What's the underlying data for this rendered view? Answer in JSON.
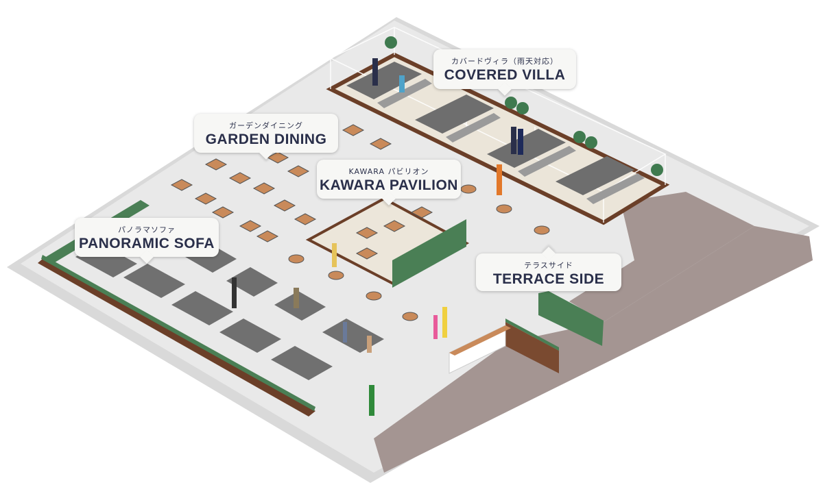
{
  "areas": {
    "covered_villa": {
      "jp": "カバードヴィラ（雨天対応）",
      "en": "COVERED VILLA"
    },
    "garden_dining": {
      "jp": "ガーデンダイニング",
      "en": "GARDEN DINING"
    },
    "kawara_pavilion": {
      "jp": "KAWARA パビリオン",
      "en": "KAWARA PAVILION"
    },
    "panoramic_sofa": {
      "jp": "パノラマソファ",
      "en": "PANORAMIC SOFA"
    },
    "terrace_side": {
      "jp": "テラスサイド",
      "en": "TERRACE SIDE"
    }
  },
  "colors": {
    "ground": "#d6d6d6",
    "floor": "#e8e8e8",
    "wood": "#7a4a30",
    "deck": "#ece6da",
    "path": "#a89a96",
    "sofa": "#6e6e6e",
    "table": "#c98a5a",
    "chair": "#555555",
    "plant": "#3f7a4f",
    "label_text": "#2a2f4a"
  }
}
